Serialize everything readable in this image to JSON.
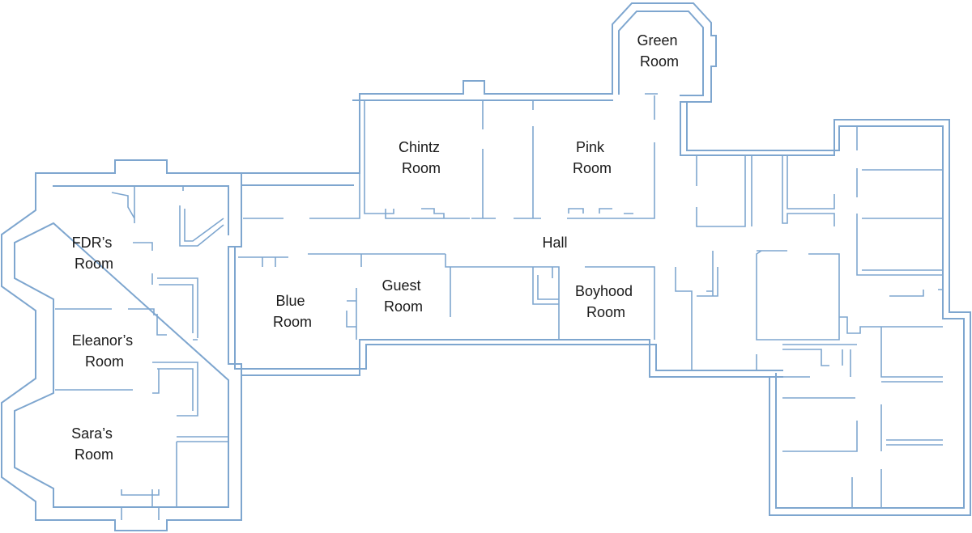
{
  "rooms": {
    "green": [
      "Green",
      "Room"
    ],
    "chintz": [
      "Chintz",
      "Room"
    ],
    "pink": [
      "Pink",
      "Room"
    ],
    "fdr": [
      "FDR’s",
      "Room"
    ],
    "hall": [
      "Hall"
    ],
    "blue": [
      "Blue",
      "Room"
    ],
    "guest": [
      "Guest",
      "Room"
    ],
    "boyhood": [
      "Boyhood",
      "Room"
    ],
    "eleanor": [
      "Eleanor’s",
      "Room"
    ],
    "sara": [
      "Sara’s",
      "Room"
    ]
  },
  "colors": {
    "wall": "#7ea6cf",
    "label": "#1a1a1a",
    "background": "#ffffff"
  }
}
